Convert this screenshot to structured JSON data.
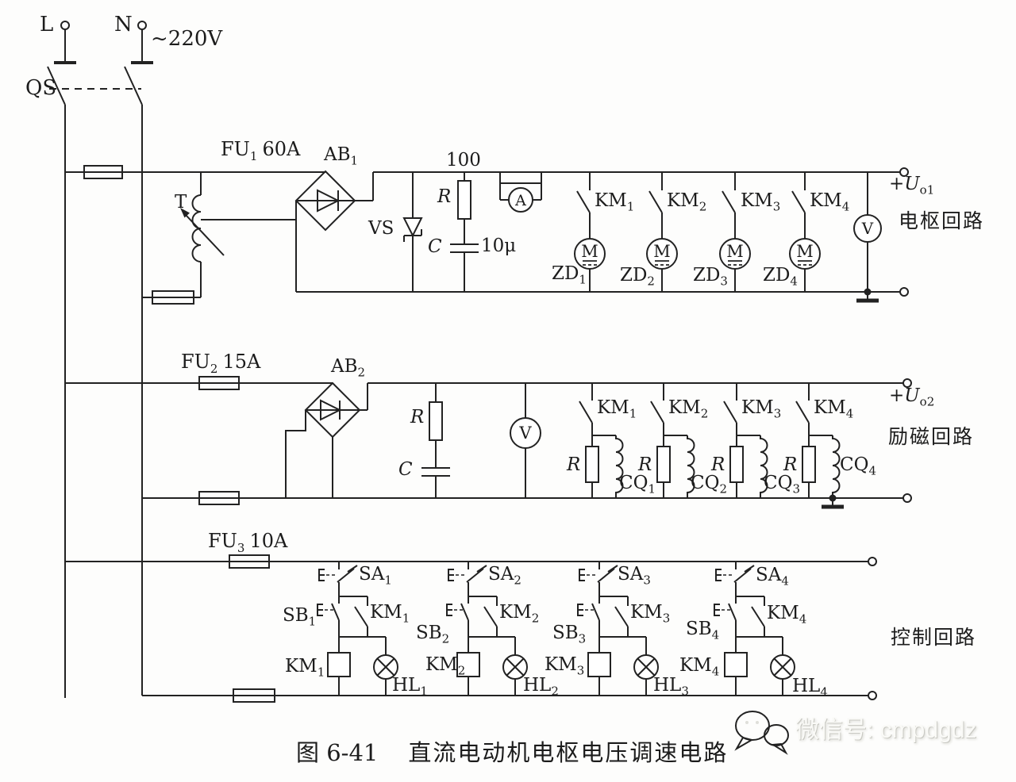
{
  "power": {
    "line_label": "L",
    "neutral_label": "N",
    "voltage": "~220V",
    "main_switch": "QS"
  },
  "fuses": [
    {
      "b": "FU",
      "s": "1",
      "a": "60A"
    },
    {
      "b": "FU",
      "s": "2",
      "a": "15A"
    },
    {
      "b": "FU",
      "s": "3",
      "a": "10A"
    }
  ],
  "armature": {
    "title": "电枢回路",
    "transformer": "T",
    "rectifier": {
      "b": "AB",
      "s": "1"
    },
    "zener": "VS",
    "r_value": "100",
    "r": "R",
    "c": "C",
    "c_value": "10μ",
    "ammeter": "A",
    "voltmeter": "V",
    "motor_letter": "M",
    "output": {
      "sign": "+",
      "b": "U",
      "s": "o1"
    },
    "km": [
      {
        "b": "KM",
        "s": "1"
      },
      {
        "b": "KM",
        "s": "2"
      },
      {
        "b": "KM",
        "s": "3"
      },
      {
        "b": "KM",
        "s": "4"
      }
    ],
    "zd": [
      {
        "b": "ZD",
        "s": "1"
      },
      {
        "b": "ZD",
        "s": "2"
      },
      {
        "b": "ZD",
        "s": "3"
      },
      {
        "b": "ZD",
        "s": "4"
      }
    ]
  },
  "field": {
    "title": "励磁回路",
    "rectifier": {
      "b": "AB",
      "s": "2"
    },
    "r": "R",
    "c": "C",
    "voltmeter": "V",
    "output": {
      "sign": "+",
      "b": "U",
      "s": "o2"
    },
    "km": [
      {
        "b": "KM",
        "s": "1"
      },
      {
        "b": "KM",
        "s": "2"
      },
      {
        "b": "KM",
        "s": "3"
      },
      {
        "b": "KM",
        "s": "4"
      }
    ],
    "rb": [
      "R",
      "R",
      "R",
      "R"
    ],
    "cq": [
      {
        "b": "CQ",
        "s": "1"
      },
      {
        "b": "CQ",
        "s": "2"
      },
      {
        "b": "CQ",
        "s": "3"
      },
      {
        "b": "CQ",
        "s": "4"
      }
    ]
  },
  "control": {
    "title": "控制回路",
    "sa": [
      {
        "b": "SA",
        "s": "1"
      },
      {
        "b": "SA",
        "s": "2"
      },
      {
        "b": "SA",
        "s": "3"
      },
      {
        "b": "SA",
        "s": "4"
      }
    ],
    "sb": [
      {
        "b": "SB",
        "s": "1"
      },
      {
        "b": "SB",
        "s": "2"
      },
      {
        "b": "SB",
        "s": "3"
      },
      {
        "b": "SB",
        "s": "4"
      }
    ],
    "km_contacts": [
      {
        "b": "KM",
        "s": "1"
      },
      {
        "b": "KM",
        "s": "2"
      },
      {
        "b": "KM",
        "s": "3"
      },
      {
        "b": "KM",
        "s": "4"
      }
    ],
    "km_coils": [
      {
        "b": "KM",
        "s": "1"
      },
      {
        "b": "KM",
        "s": "2"
      },
      {
        "b": "KM",
        "s": "3"
      },
      {
        "b": "KM",
        "s": "4"
      }
    ],
    "hl": [
      {
        "b": "HL",
        "s": "1"
      },
      {
        "b": "HL",
        "s": "2"
      },
      {
        "b": "HL",
        "s": "3"
      },
      {
        "b": "HL",
        "s": "4"
      }
    ]
  },
  "caption": {
    "fig": "图 6-41",
    "title": "直流电动机电枢电压调速电路"
  },
  "watermark": {
    "text": "微信号: cmpdgdz"
  }
}
